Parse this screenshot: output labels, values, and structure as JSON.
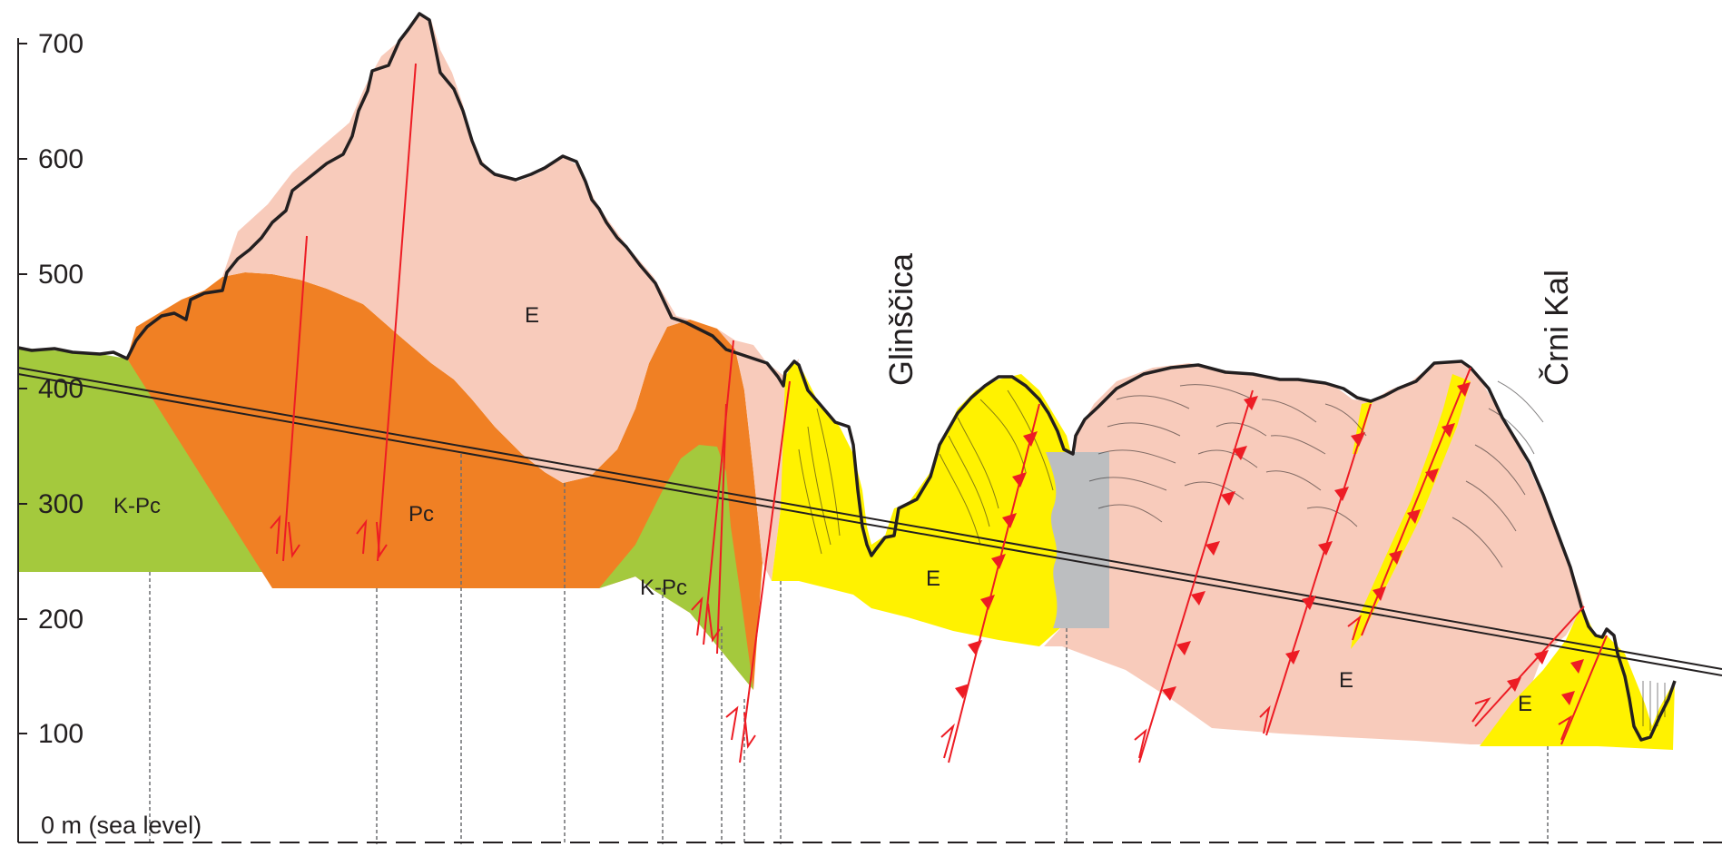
{
  "axis": {
    "ticks": [
      "700",
      "600",
      "500",
      "400",
      "300",
      "200",
      "100"
    ],
    "zero_label": "0 m (sea level)"
  },
  "places": {
    "glinscica": "Glinščica",
    "crni_kal": "Črni Kal"
  },
  "units": {
    "k_pc": "K-Pc",
    "pc": "Pc",
    "e": "E"
  },
  "colors": {
    "k_pc": "#a4c93d",
    "pc": "#f08024",
    "e_pink": "#f8cbbb",
    "e_yellow": "#fff200",
    "fault": "#ed1c24",
    "outline": "#231f20",
    "grey_block": "#bcbec0"
  }
}
